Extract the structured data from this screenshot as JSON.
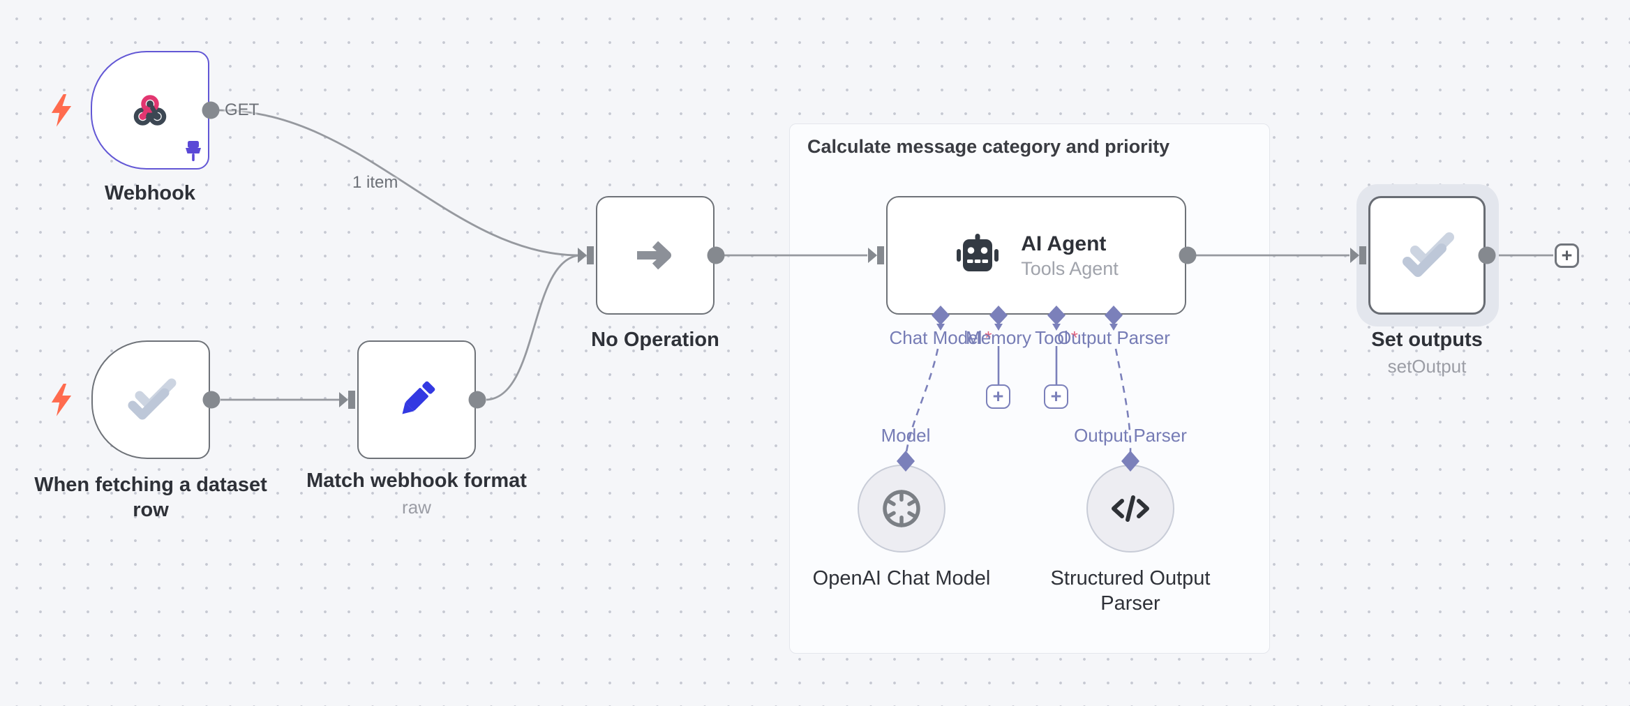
{
  "group": {
    "title": "Calculate message category and priority"
  },
  "edge_labels": {
    "get": "GET",
    "one_item": "1 item"
  },
  "nodes": {
    "webhook": {
      "label": "Webhook"
    },
    "dataset": {
      "label_line1": "When fetching a dataset",
      "label_line2": "row"
    },
    "match": {
      "label": "Match webhook format",
      "subtitle": "raw"
    },
    "noop": {
      "label": "No Operation"
    },
    "agent": {
      "title": "AI Agent",
      "subtitle": "Tools Agent"
    },
    "set_outputs": {
      "label": "Set outputs",
      "subtitle": "setOutput"
    },
    "openai": {
      "label": "OpenAI Chat Model"
    },
    "parser": {
      "label_line1": "Structured Output",
      "label_line2": "Parser"
    }
  },
  "agent_ports": {
    "chat_model": {
      "label": "Chat Model",
      "required": "*"
    },
    "memory": {
      "label": "Memory"
    },
    "tool": {
      "label": "Tool",
      "required": "*"
    },
    "output_parser": {
      "label": "Output Parser"
    }
  },
  "sub_ports": {
    "model": "Model",
    "output_parser": "Output Parser"
  },
  "misc": {
    "plus": "+"
  },
  "icons": [
    "lightning-icon",
    "webhook-icon",
    "pin-icon",
    "double-check-icon",
    "pencil-icon",
    "arrow-right-icon",
    "robot-icon",
    "openai-icon",
    "code-icon",
    "plus-icon"
  ],
  "colors": {
    "canvas_bg": "#f5f6f9",
    "node_border": "#6e7278",
    "selected_border": "#6257d5",
    "edge_gray": "#96999f",
    "connector_indigo": "#7b80ba",
    "bolt_orange": "#ff6b4e",
    "webhook_crimson": "#e23670",
    "webhook_dark": "#3c4753",
    "pencil_blue": "#3339e2",
    "check_gray": "#c3cbdb",
    "required_red": "#e0607c"
  }
}
